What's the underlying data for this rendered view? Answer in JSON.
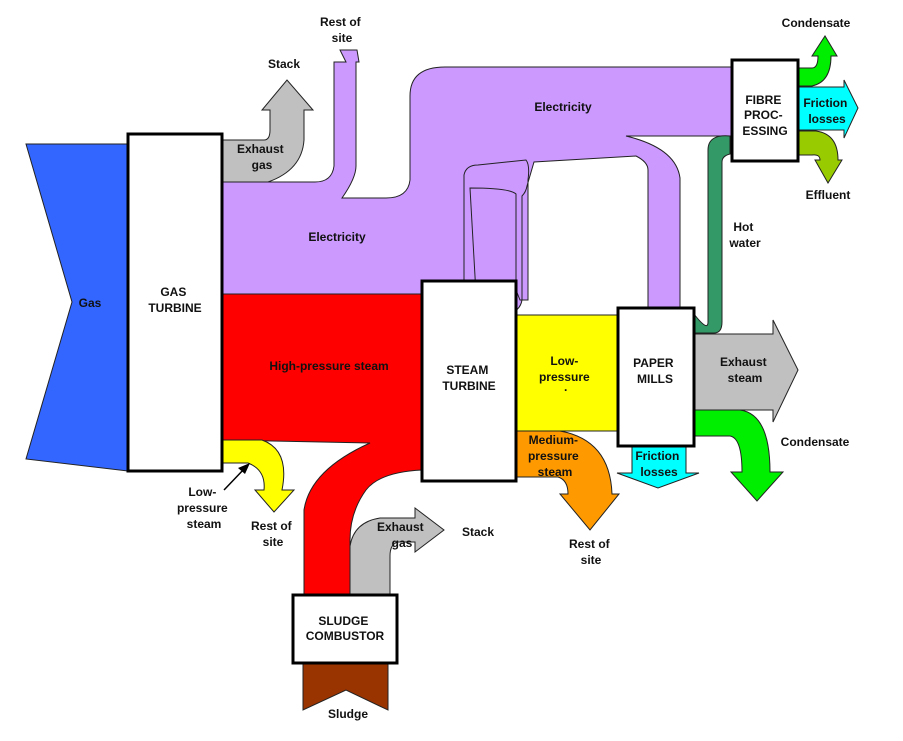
{
  "diagram": {
    "type": "sankey",
    "colors": {
      "gas": "#3366ff",
      "electricity": "#cc99ff",
      "high_pressure_steam": "#ff0000",
      "low_pressure_steam": "#ffff00",
      "medium_pressure_steam": "#ff9900",
      "exhaust": "#c0c0c0",
      "condensate": "#00ee00",
      "friction_losses": "#00ffff",
      "effluent": "#99cc00",
      "hot_water": "#339966",
      "sludge": "#993300"
    },
    "nodes": {
      "gas_turbine": [
        "GAS",
        "TURBINE"
      ],
      "steam_turbine": [
        "STEAM",
        "TURBINE"
      ],
      "paper_mills": [
        "PAPER",
        "MILLS"
      ],
      "fibre_processing": [
        "FIBRE",
        "PROC-",
        "ESSING"
      ],
      "sludge_combustor": [
        "SLUDGE",
        "COMBUSTOR"
      ]
    },
    "labels": {
      "gas": "Gas",
      "electricity_1": "Electricity",
      "electricity_2": "Electricity",
      "exhaust_gas_top": [
        "Exhaust",
        "gas"
      ],
      "stack_top": "Stack",
      "rest_of_site_top": [
        "Rest of",
        "site"
      ],
      "high_pressure_steam": "High-pressure steam",
      "low_pressure_steam_gt": [
        "Low-",
        "pressure",
        "steam"
      ],
      "rest_of_site_lp": [
        "Rest of",
        "site"
      ],
      "exhaust_gas_sludge": [
        "Exhaust",
        "gas"
      ],
      "stack_sludge": "Stack",
      "sludge": "Sludge",
      "low_pressure_st": [
        "Low-",
        "pressure",
        "·"
      ],
      "medium_pressure_steam": [
        "Medium-",
        "pressure",
        "steam"
      ],
      "rest_of_site_mp": [
        "Rest of",
        "site"
      ],
      "friction_losses_pm": [
        "Friction",
        "losses"
      ],
      "exhaust_steam": [
        "Exhaust",
        "steam"
      ],
      "condensate_pm": "Condensate",
      "hot_water": [
        "Hot",
        "water"
      ],
      "condensate_fp": "Condensate",
      "friction_losses_fp": [
        "Friction",
        "losses"
      ],
      "effluent": "Effluent"
    }
  }
}
